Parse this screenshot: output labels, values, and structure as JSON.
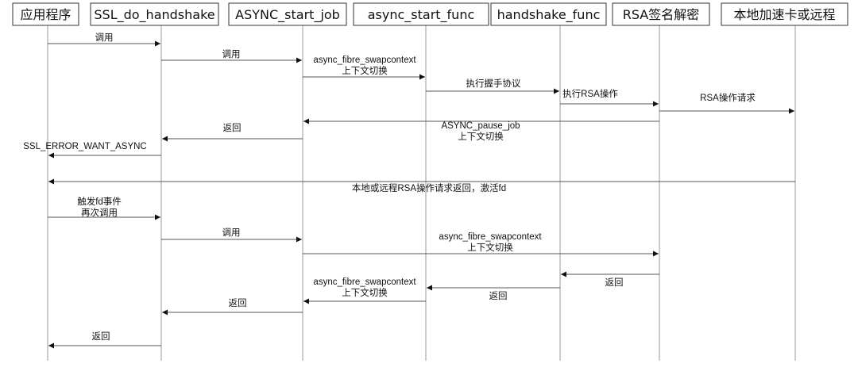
{
  "participants": [
    "应用程序",
    "SSL_do_handshake",
    "ASYNC_start_job",
    "async_start_func",
    "handshake_func",
    "RSA签名解密",
    "本地加速卡或远程"
  ],
  "messages": [
    {
      "from": 0,
      "to": 1,
      "lines": [
        "调用"
      ]
    },
    {
      "from": 1,
      "to": 2,
      "lines": [
        "调用"
      ]
    },
    {
      "from": 2,
      "to": 3,
      "lines": [
        "async_fibre_swapcontext",
        "上下文切换"
      ]
    },
    {
      "from": 3,
      "to": 4,
      "lines": [
        "执行握手协议"
      ]
    },
    {
      "from": 4,
      "to": 5,
      "lines": [
        "执行RSA操作"
      ]
    },
    {
      "from": 5,
      "to": 6,
      "lines": [
        "RSA操作请求"
      ]
    },
    {
      "from": 5,
      "to": 2,
      "lines": [
        "ASYNC_pause_job",
        "上下文切换"
      ]
    },
    {
      "from": 2,
      "to": 1,
      "lines": [
        "返回"
      ]
    },
    {
      "from": 1,
      "to": 0,
      "lines": [
        "SSL_ERROR_WANT_ASYNC"
      ]
    },
    {
      "from": 6,
      "to": 0,
      "lines": [
        "本地或远程RSA操作请求返回，激活fd"
      ]
    },
    {
      "from": 0,
      "to": 1,
      "lines": [
        "触发fd事件",
        "再次调用"
      ]
    },
    {
      "from": 1,
      "to": 2,
      "lines": [
        "调用"
      ]
    },
    {
      "from": 2,
      "to": 5,
      "lines": [
        "async_fibre_swapcontext",
        "上下文切换"
      ]
    },
    {
      "from": 5,
      "to": 4,
      "lines": [
        "返回"
      ]
    },
    {
      "from": 4,
      "to": 3,
      "lines": [
        "返回"
      ]
    },
    {
      "from": 3,
      "to": 2,
      "lines": [
        "async_fibre_swapcontext",
        "上下文切换"
      ]
    },
    {
      "from": 2,
      "to": 1,
      "lines": [
        "返回"
      ]
    },
    {
      "from": 1,
      "to": 0,
      "lines": [
        "返回"
      ]
    }
  ]
}
